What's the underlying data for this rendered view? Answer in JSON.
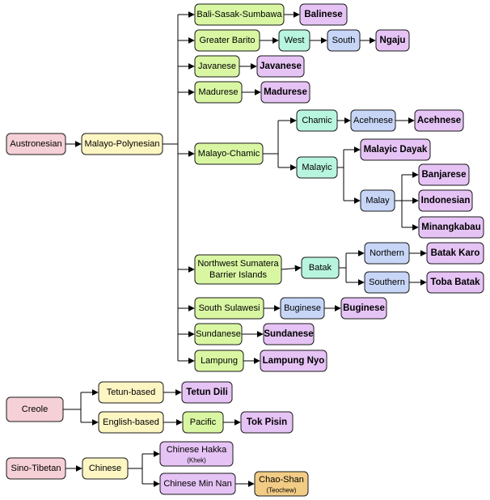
{
  "colors": {
    "root": "#f5d0d6",
    "l1": "#fdf6c3",
    "l2": "#d9f7a3",
    "l3": "#b8f5de",
    "l4": "#c7d6f7",
    "leaf": "#e6c3f5",
    "leaf_alt": "#f2cc85",
    "line": "#000000"
  },
  "nodes": {
    "austronesian": {
      "label": "Austronesian"
    },
    "malayo_polynesian": {
      "label": "Malayo-Polynesian"
    },
    "bali_sasak_sumbawa": {
      "label": "Bali-Sasak-Sumbawa"
    },
    "balinese": {
      "label": "Balinese"
    },
    "greater_barito": {
      "label": "Greater Barito"
    },
    "west": {
      "label": "West"
    },
    "south": {
      "label": "South"
    },
    "ngaju": {
      "label": "Ngaju"
    },
    "javanese_group": {
      "label": "Javanese"
    },
    "javanese": {
      "label": "Javanese"
    },
    "madurese_group": {
      "label": "Madurese"
    },
    "madurese": {
      "label": "Madurese"
    },
    "malayo_chamic": {
      "label": "Malayo-Chamic"
    },
    "chamic": {
      "label": "Chamic"
    },
    "acehnese_group": {
      "label": "Acehnese"
    },
    "acehnese": {
      "label": "Acehnese"
    },
    "malayic": {
      "label": "Malayic"
    },
    "malayic_dayak": {
      "label": "Malayic Dayak"
    },
    "malay": {
      "label": "Malay"
    },
    "banjarese": {
      "label": "Banjarese"
    },
    "indonesian": {
      "label": "Indonesian"
    },
    "minangkabau": {
      "label": "Minangkabau"
    },
    "nw_sumatera": {
      "line1": "Northwest Sumatera",
      "line2": "Barrier Islands"
    },
    "batak": {
      "label": "Batak"
    },
    "northern": {
      "label": "Northern"
    },
    "batak_karo": {
      "label": "Batak Karo"
    },
    "southern": {
      "label": "Southern"
    },
    "toba_batak": {
      "label": "Toba Batak"
    },
    "south_sulawesi": {
      "label": "South Sulawesi"
    },
    "buginese_group": {
      "label": "Buginese"
    },
    "buginese": {
      "label": "Buginese"
    },
    "sundanese_group": {
      "label": "Sundanese"
    },
    "sundanese": {
      "label": "Sundanese"
    },
    "lampung": {
      "label": "Lampung"
    },
    "lampung_nyo": {
      "label": "Lampung Nyo"
    },
    "creole": {
      "label": "Creole"
    },
    "tetun_based": {
      "label": "Tetun-based"
    },
    "tetun_dili": {
      "label": "Tetun Dili"
    },
    "english_based": {
      "label": "English-based"
    },
    "pacific": {
      "label": "Pacific"
    },
    "tok_pisin": {
      "label": "Tok Pisin"
    },
    "sino_tibetan": {
      "label": "Sino-Tibetan"
    },
    "chinese": {
      "label": "Chinese"
    },
    "chinese_hakka": {
      "label": "Chinese Hakka",
      "sub": "(Khek)"
    },
    "chinese_min_nan": {
      "label": "Chinese Min Nan"
    },
    "chao_shan": {
      "label": "Chao-Shan",
      "sub": "(Teochew)"
    }
  }
}
